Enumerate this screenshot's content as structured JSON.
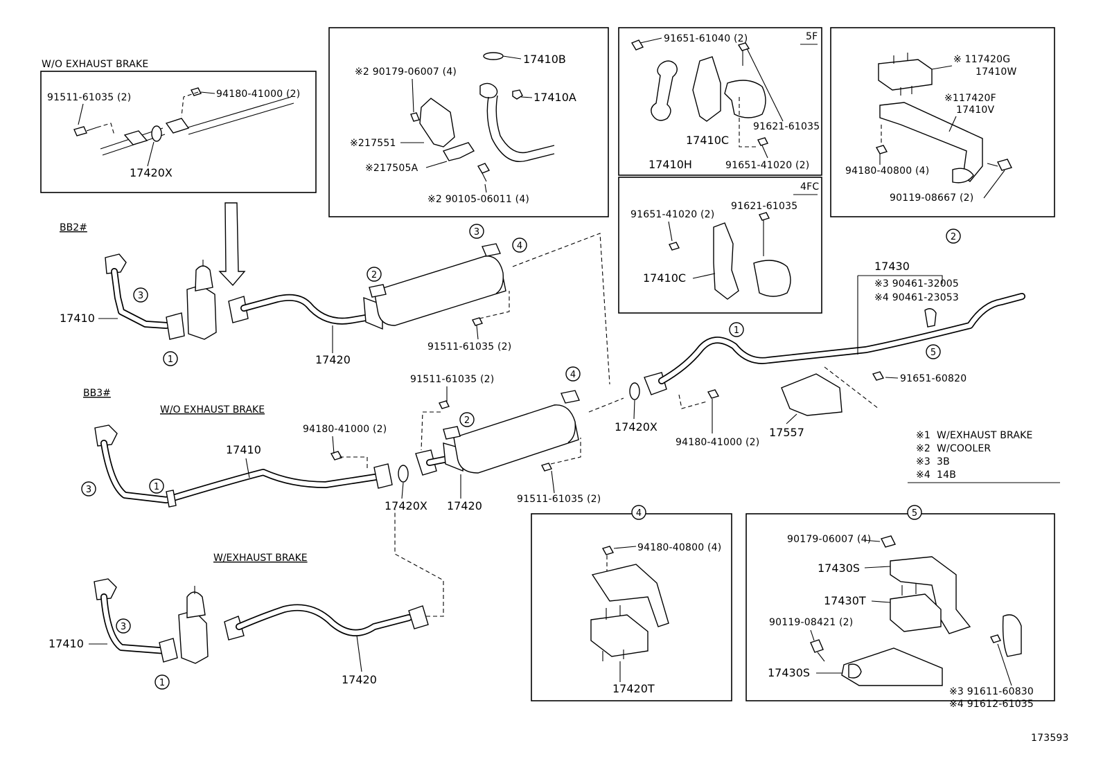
{
  "diagram_id": "173593",
  "headers": {
    "top_wo_exhaust_brake": "W/O EXHAUST BRAKE",
    "bb2": "BB2#",
    "bb3": "BB3#",
    "bb3_wo_exhaust_brake": "W/O EXHAUST BRAKE",
    "bb3_w_exhaust_brake": "W/EXHAUST BRAKE",
    "box_5f": "5F",
    "box_4fc": "4FC"
  },
  "circles": [
    "1",
    "2",
    "3",
    "4",
    "5"
  ],
  "parts": {
    "p_91511_61035_2": "91511-61035 (2)",
    "p_94180_41000_2": "94180-41000 (2)",
    "p_17420X": "17420X",
    "p_17410B": "17410B",
    "p_17410A": "17410A",
    "p_c2_90179_06007_4": "※2 90179-06007 (4)",
    "p_c217551": "※217551",
    "p_c217505A": "※217505A",
    "p_c2_90105_06011_4": "※2 90105-06011 (4)",
    "p_91651_61040_2": "91651-61040 (2)",
    "p_91621_61035": "91621-61035",
    "p_17410C": "17410C",
    "p_17410H": "17410H",
    "p_91651_41020_2": "91651-41020 (2)",
    "p_c1_17420G": "※ 117420G",
    "p_17410W": "17410W",
    "p_c1_17420F": "※117420F",
    "p_17410V": "17410V",
    "p_94180_40800_4": "94180-40800 (4)",
    "p_90119_08667_2": "90119-08667 (2)",
    "p_17410": "17410",
    "p_17420": "17420",
    "p_17430": "17430",
    "p_c3_90461_32005": "※3  90461-32005",
    "p_c4_90461_23053": "※4  90461-23053",
    "p_91651_60820": "91651-60820",
    "p_17557": "17557",
    "p_17420T": "17420T",
    "p_90179_06007_4": "90179-06007 (4)",
    "p_17430S": "17430S",
    "p_17430T": "17430T",
    "p_90119_08421_2": "90119-08421 (2)",
    "p_c3_91611_60830": "※3  91611-60830",
    "p_c4_91612_61035": "※4  91612-61035"
  },
  "legend": [
    {
      "mark": "※1",
      "text": "W/EXHAUST BRAKE"
    },
    {
      "mark": "※2",
      "text": "W/COOLER"
    },
    {
      "mark": "※3",
      "text": "3B"
    },
    {
      "mark": "※4",
      "text": "14B"
    }
  ]
}
